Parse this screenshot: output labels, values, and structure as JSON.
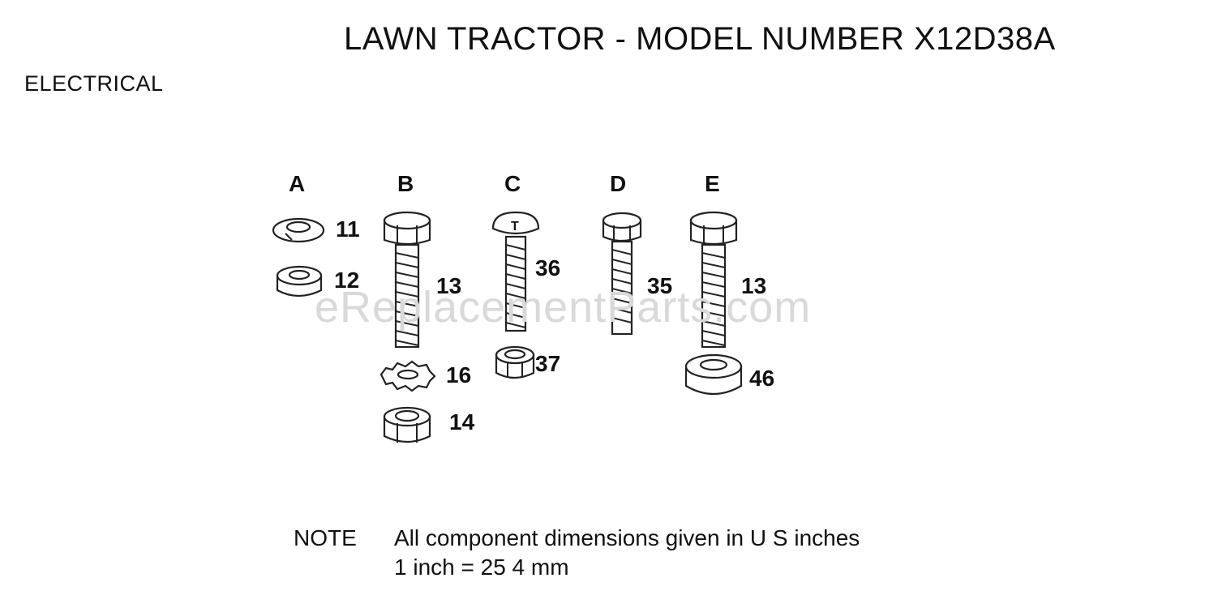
{
  "title": "LAWN TRACTOR - MODEL NUMBER X12D38A",
  "section": "ELECTRICAL",
  "watermark": "eReplacementParts.com",
  "columns": [
    {
      "letter": "A",
      "parts": [
        {
          "ref": "11",
          "name": "lock washer"
        },
        {
          "ref": "12",
          "name": "nut"
        }
      ]
    },
    {
      "letter": "B",
      "parts": [
        {
          "ref": "13",
          "name": "hex bolt"
        },
        {
          "ref": "16",
          "name": "star washer"
        },
        {
          "ref": "14",
          "name": "lock nut"
        }
      ]
    },
    {
      "letter": "C",
      "parts": [
        {
          "ref": "36",
          "name": "carriage screw"
        },
        {
          "ref": "37",
          "name": "lock nut"
        }
      ]
    },
    {
      "letter": "D",
      "parts": [
        {
          "ref": "35",
          "name": "hex bolt"
        }
      ]
    },
    {
      "letter": "E",
      "parts": [
        {
          "ref": "13",
          "name": "hex bolt"
        },
        {
          "ref": "46",
          "name": "nut"
        }
      ]
    }
  ],
  "note": {
    "label": "NOTE",
    "line1": "All component dimensions given in U S  inches",
    "line2": "1 inch = 25 4 mm"
  }
}
